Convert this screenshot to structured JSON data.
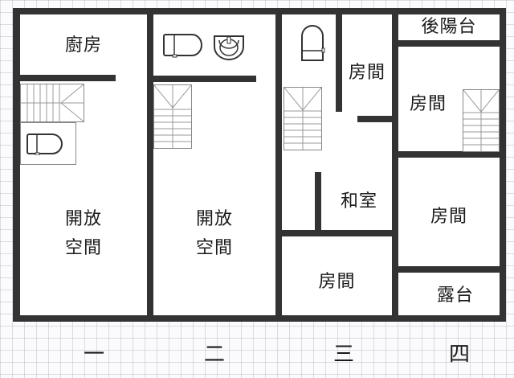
{
  "colors": {
    "wall": "#333333",
    "grid": "#c8c8d2",
    "background": "#fbfbfd",
    "text": "#1a1a1a"
  },
  "columns": [
    {
      "label": "一",
      "rooms": [
        {
          "label": "廚房"
        },
        {
          "label_line1": "開放",
          "label_line2": "空間"
        }
      ],
      "fixtures": [
        "stair-icon",
        "toilet-icon"
      ]
    },
    {
      "label": "二",
      "rooms": [
        {
          "label_line1": "開放",
          "label_line2": "空間"
        }
      ],
      "fixtures": [
        "toilet-icon",
        "sink-icon",
        "stair-icon"
      ]
    },
    {
      "label": "三",
      "rooms": [
        {
          "label": "房間"
        },
        {
          "label": "和室"
        },
        {
          "label": "房間"
        }
      ],
      "fixtures": [
        "toilet-icon",
        "stair-icon"
      ]
    },
    {
      "label": "四",
      "rooms": [
        {
          "label": "後陽台"
        },
        {
          "label": "房間"
        },
        {
          "label": "房間"
        },
        {
          "label": "露台"
        }
      ],
      "fixtures": [
        "stair-icon"
      ]
    }
  ]
}
